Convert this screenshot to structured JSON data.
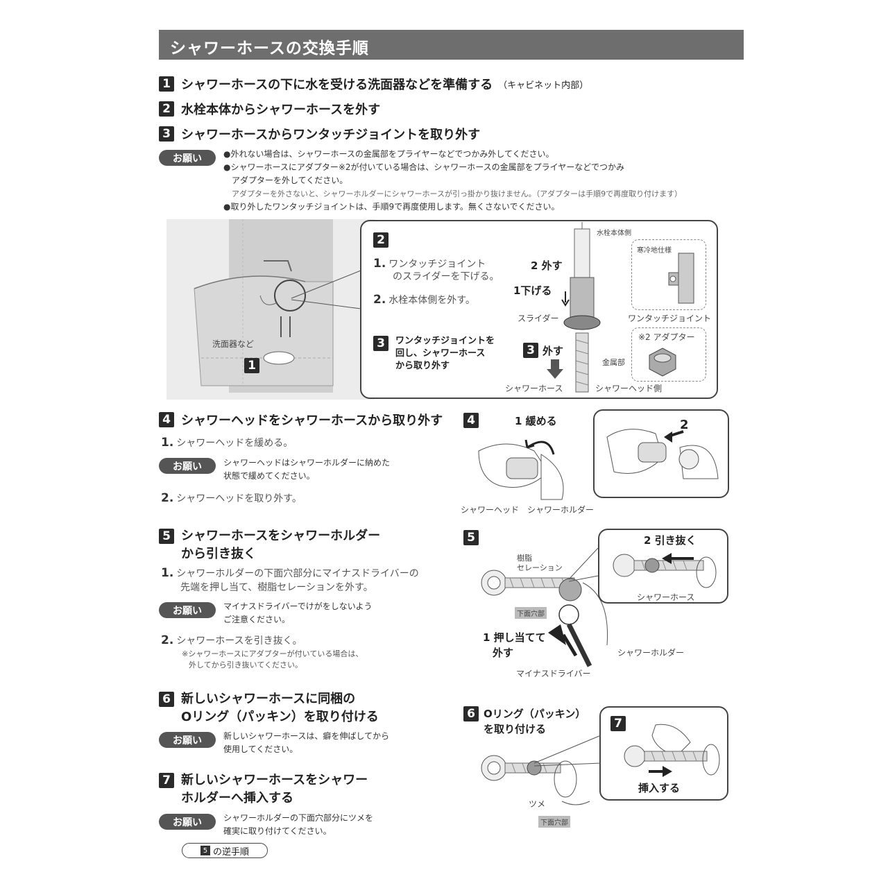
{
  "title": "シャワーホースの交換手順",
  "steps_top": [
    {
      "num": "1",
      "text": "シャワーホースの下に水を受ける洗面器などを準備する",
      "sub": "（キャビネット内部）"
    },
    {
      "num": "2",
      "text": "水栓本体からシャワーホースを外す"
    },
    {
      "num": "3",
      "text": "シャワーホースからワンタッチジョイントを取り外す"
    }
  ],
  "badge": "お願い",
  "top_notes": [
    "●外れない場合は、シャワーホースの金属部をプライヤーなどでつかみ外してください。",
    "●シャワーホースにアダプター※2が付いている場合は、シャワーホースの金属部をプライヤーなどでつかみ",
    "アダプターを外してください。",
    "アダプターを外さないと、シャワーホルダーにシャワーホースが引っ掛かり抜けません。（アダプターは手順9で再度取り付けます）",
    "●取り外したワンタッチジョイントは、手順9で再度使用します。無くさないでください。"
  ],
  "fig1": {
    "label_basin": "洗面器など",
    "num1": "1",
    "num2": "2",
    "num3": "3",
    "s1": "1.",
    "s1_text_a": "ワンタッチジョイント",
    "s1_text_b": "のスライダーを下げる。",
    "s2": "2.",
    "s2_text": "水栓本体側を外す。",
    "s3_a": "ワンタッチジョイントを",
    "s3_b": "回し、シャワーホース",
    "s3_c": "から取り外す",
    "faucet_side": "水栓本体側",
    "remove2": "2 外す",
    "lower1": "1下げる",
    "slider": "スライダー",
    "cold": "寒冷地仕様",
    "one_touch": "ワンタッチジョイント",
    "adapter": "※2 アダプター",
    "remove3": "外す",
    "metal": "金属部",
    "hose": "シャワーホース",
    "head_side": "シャワーヘッド側"
  },
  "step4": {
    "num": "4",
    "title": "シャワーヘッドをシャワーホースから取り外す",
    "s1": "1.",
    "s1_text": "シャワーヘッドを緩める。",
    "note_a": "シャワーヘッドはシャワーホルダーに納めた",
    "note_b": "状態で緩めてください。",
    "s2": "2.",
    "s2_text": "シャワーヘッドを取り外す。",
    "fig_loosen": "1 緩める",
    "fig_two": "2",
    "fig_head": "シャワーヘッド",
    "fig_holder": "シャワーホルダー"
  },
  "step5": {
    "num": "5",
    "title_a": "シャワーホースをシャワーホルダー",
    "title_b": "から引き抜く",
    "s1": "1.",
    "s1_a": "シャワーホルダーの下面穴部分にマイナスドライバーの",
    "s1_b": "先端を押し当て、樹脂セレーションを外す。",
    "note_a": "マイナスドライバーでけがをしないよう",
    "note_b": "ご注意ください。",
    "s2": "2.",
    "s2_text": "シャワーホースを引き抜く。",
    "s2_note_a": "※シャワーホースにアダプターが付いている場合は、",
    "s2_note_b": "外してから引き抜いてください。",
    "fig_resin_a": "樹脂",
    "fig_resin_b": "セレーション",
    "fig_pull": "2 引き抜く",
    "fig_hose": "シャワーホース",
    "fig_hole": "下面穴部",
    "fig_push_a": "1 押し当てて",
    "fig_push_b": "外す",
    "fig_holder": "シャワーホルダー",
    "fig_driver": "マイナスドライバー"
  },
  "step6": {
    "num": "6",
    "title_a": "新しいシャワーホースに同梱の",
    "title_b": "Oリング（パッキン）を取り付ける",
    "note_a": "新しいシャワーホースは、癖を伸ばしてから",
    "note_b": "使用してください。",
    "fig_a": "Oリング（パッキン）",
    "fig_b": "を取り付ける",
    "fig_claw": "ツメ",
    "fig_hole": "下面穴部"
  },
  "step7": {
    "num": "7",
    "title_a": "新しいシャワーホースをシャワー",
    "title_b": "ホルダーへ挿入する",
    "note_a": "シャワーホルダーの下面穴部分にツメを",
    "note_b": "確実に取り付けてください。",
    "rev_num": "5",
    "rev_text": "の逆手順",
    "fig_insert": "挿入する"
  }
}
